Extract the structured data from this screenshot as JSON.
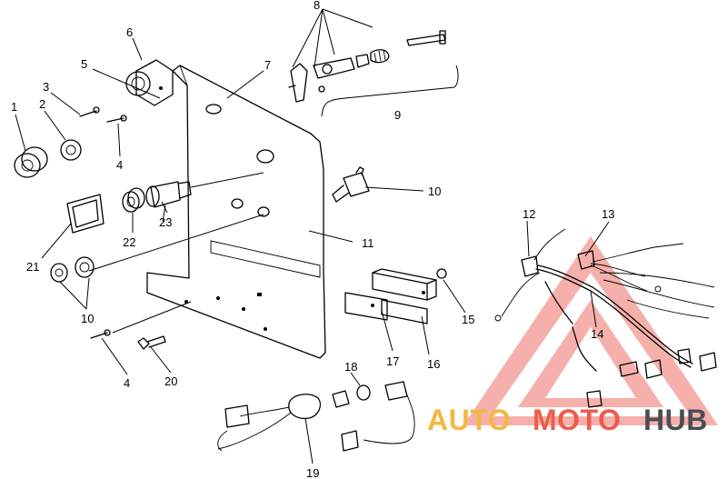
{
  "callouts": [
    "1",
    "2",
    "3",
    "4",
    "5",
    "6",
    "7",
    "8",
    "9",
    "10",
    "11",
    "12",
    "13",
    "14",
    "15",
    "16",
    "17",
    "18",
    "19",
    "20",
    "21",
    "22",
    "23"
  ],
  "watermark": {
    "part_a": "AUTO",
    "part_b": "MOTO",
    "part_c": "HUB",
    "color_a": "#f3b842",
    "color_b": "#ef5b4c",
    "color_c": "#4a4e53"
  }
}
